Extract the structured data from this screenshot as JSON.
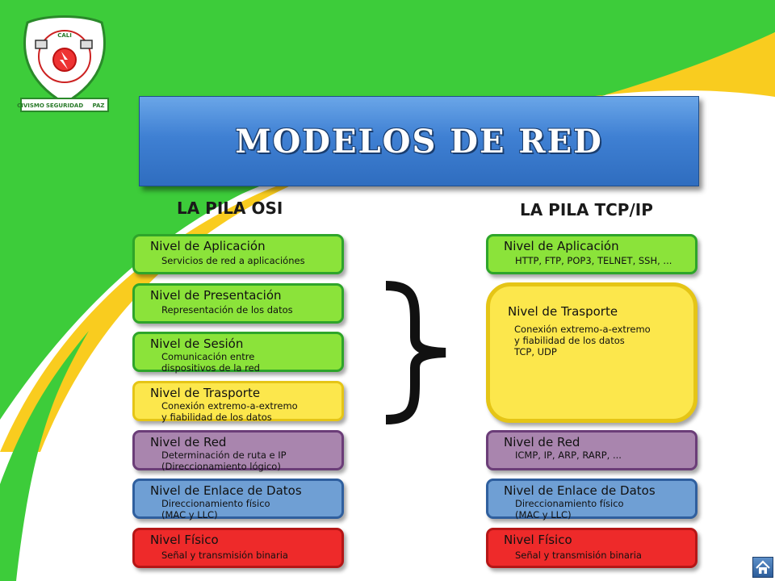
{
  "title": "MODELOS DE RED",
  "logo": {
    "top_text": "CALI",
    "ribbon": [
      "CIVISMO",
      "SEGURIDAD",
      "PAZ"
    ]
  },
  "osi": {
    "heading": "LA PILA OSI",
    "layers": [
      {
        "name": "Nivel de Aplicación",
        "desc": [
          "Servicios de red a aplicaciónes"
        ],
        "color": "#8be33a"
      },
      {
        "name": "Nivel de Presentación",
        "desc": [
          "Representación de los datos"
        ],
        "color": "#8be33a"
      },
      {
        "name": "Nivel de Sesión",
        "desc": [
          "Comunicación entre",
          "dispositivos de la red"
        ],
        "color": "#8be33a"
      },
      {
        "name": "Nivel de Trasporte",
        "desc": [
          "Conexión extremo-a-extremo",
          "y fiabilidad de los datos"
        ],
        "color": "#fce74c"
      },
      {
        "name": "Nivel de Red",
        "desc": [
          "Determinación de ruta e IP",
          "(Direccionamiento lógico)"
        ],
        "color": "#a985ae"
      },
      {
        "name": "Nivel de Enlace de Datos",
        "desc": [
          "Direccionamiento físico",
          "(MAC y LLC)"
        ],
        "color": "#6f9fd4"
      },
      {
        "name": "Nivel Físico",
        "desc": [
          "Señal y transmisión binaria"
        ],
        "color": "#ee2a2a"
      }
    ]
  },
  "tcpip": {
    "heading": "LA PILA TCP/IP",
    "layers": [
      {
        "name": "Nivel de Aplicación",
        "desc": [
          "HTTP, FTP, POP3, TELNET, SSH, ..."
        ],
        "color": "#8be33a"
      },
      {
        "name": "Nivel de Trasporte",
        "desc": [
          "Conexión extremo-a-extremo",
          "y fiabilidad de los datos",
          "TCP, UDP"
        ],
        "color": "#fce74c"
      },
      {
        "name": "Nivel de Red",
        "desc": [
          "ICMP, IP, ARP, RARP, ..."
        ],
        "color": "#a985ae"
      },
      {
        "name": "Nivel de Enlace de Datos",
        "desc": [
          "Direccionamiento físico",
          "(MAC y LLC)"
        ],
        "color": "#6f9fd4"
      },
      {
        "name": "Nivel Físico",
        "desc": [
          "Señal y transmisión binaria"
        ],
        "color": "#ee2a2a"
      }
    ]
  },
  "colors": {
    "background_green": "#3dcc3a",
    "background_yellow": "#f9cc1f",
    "banner_blue": "#3f80d3"
  },
  "icons": {
    "home": "home-icon",
    "brace": "curly-brace-icon"
  }
}
